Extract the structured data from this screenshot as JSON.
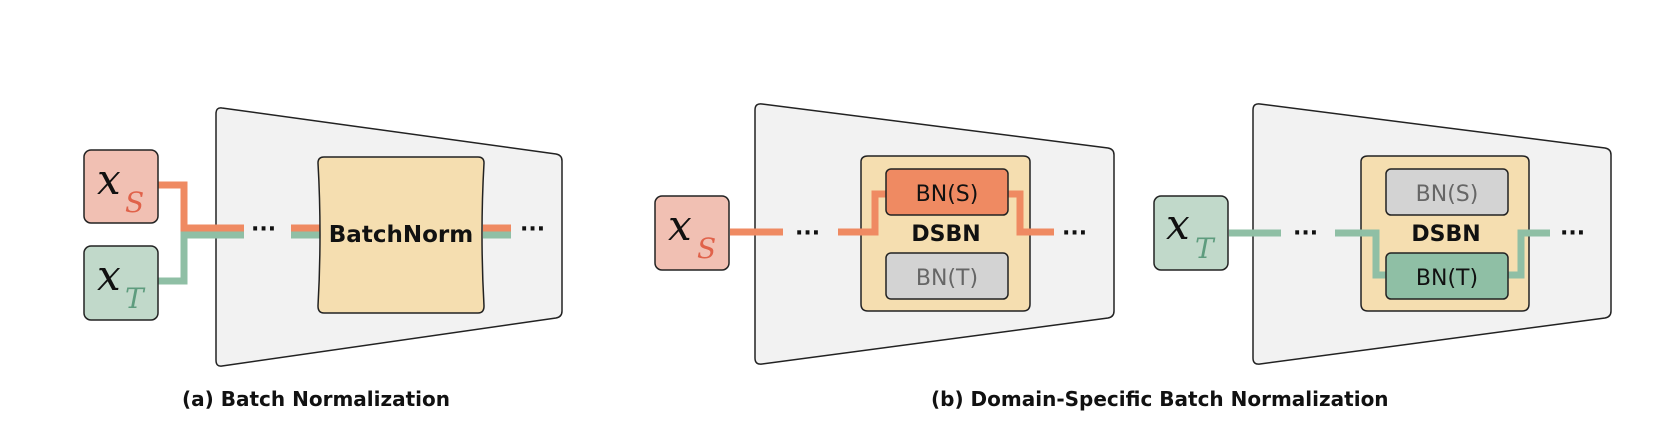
{
  "colors": {
    "source": "#ef8a62",
    "source_box": "#f1c0b3",
    "source_sub": "#e0624a",
    "target": "#8fbfa5",
    "target_box": "#c1d9ca",
    "target_sub": "#5e9c7e",
    "network": "#f2f2f2",
    "norm_block": "#f5deb0",
    "bn_active_s": "#ef8a62",
    "bn_active_t": "#8fbfa5",
    "bn_inactive": "#d3d3d3"
  },
  "panel_a": {
    "inputs": [
      {
        "symbol": "x",
        "subscript": "S"
      },
      {
        "symbol": "x",
        "subscript": "T"
      }
    ],
    "ellipsis_left": "···",
    "block_label": "BatchNorm",
    "ellipsis_right": "···",
    "caption": "(a) Batch Normalization"
  },
  "panel_b": {
    "source": {
      "input": {
        "symbol": "x",
        "subscript": "S"
      },
      "ellipsis_left": "···",
      "block_label": "DSBN",
      "bn_top": "BN(S)",
      "bn_bottom": "BN(T)",
      "ellipsis_right": "···"
    },
    "target": {
      "input": {
        "symbol": "x",
        "subscript": "T"
      },
      "ellipsis_left": "···",
      "block_label": "DSBN",
      "bn_top": "BN(S)",
      "bn_bottom": "BN(T)",
      "ellipsis_right": "···"
    },
    "caption": "(b) Domain-Specific Batch Normalization"
  }
}
